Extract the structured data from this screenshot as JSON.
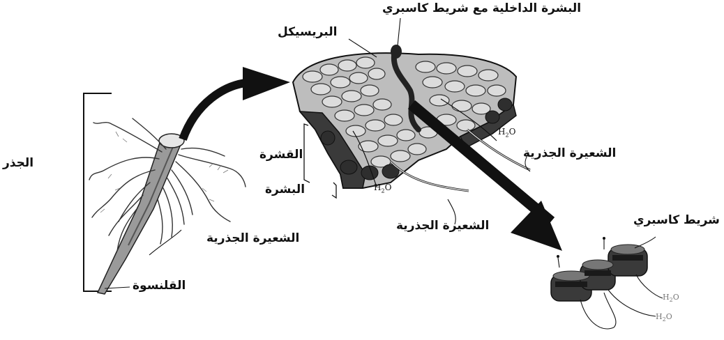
{
  "labels": {
    "root": "الجذر",
    "root_hair_left": "الشعيرة الجذرية",
    "root_cap": "القلنسوة",
    "pericycle": "البريسيكل",
    "endodermis_casparian": "البشرة الداخلية مع شريط كاسبري",
    "cortex": "القشرة",
    "epidermis": "البشرة",
    "root_hair_center": "الشعيرة الجذرية",
    "root_hair_right": "الشعيرة الجذرية",
    "casparian_strip": "شريط كاسبري"
  },
  "water": {
    "formula_base": "H",
    "formula_sub": "2",
    "formula_tail": "O"
  },
  "colors": {
    "ink": "#111111",
    "cell_fill": "#b8b8b8",
    "cell_dark": "#2a2a2a"
  }
}
